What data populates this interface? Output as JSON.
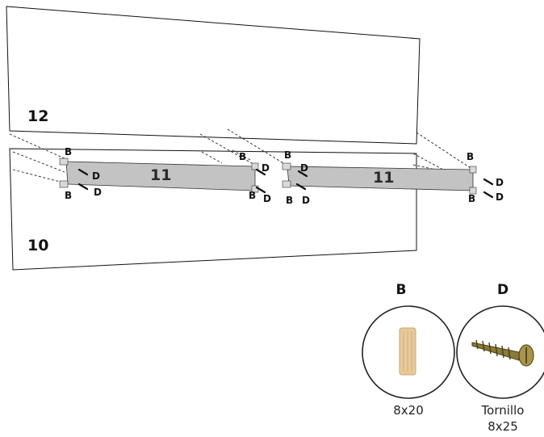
{
  "panels": {
    "top_label": "12",
    "bottom_label": "10"
  },
  "rails": {
    "left_label": "11",
    "right_label": "11"
  },
  "callouts": {
    "dowel": "B",
    "screw": "D"
  },
  "legend": {
    "dowel": {
      "key": "B",
      "caption": "8x20",
      "icon": "wood-dowel-icon"
    },
    "screw": {
      "key": "D",
      "caption_line1": "Tornillo",
      "caption_line2": "8x25",
      "icon": "screw-icon"
    }
  },
  "colors": {
    "rail": "#c3c3c3",
    "dowel": "#e8c99a",
    "screw": "#8a7a3c"
  }
}
